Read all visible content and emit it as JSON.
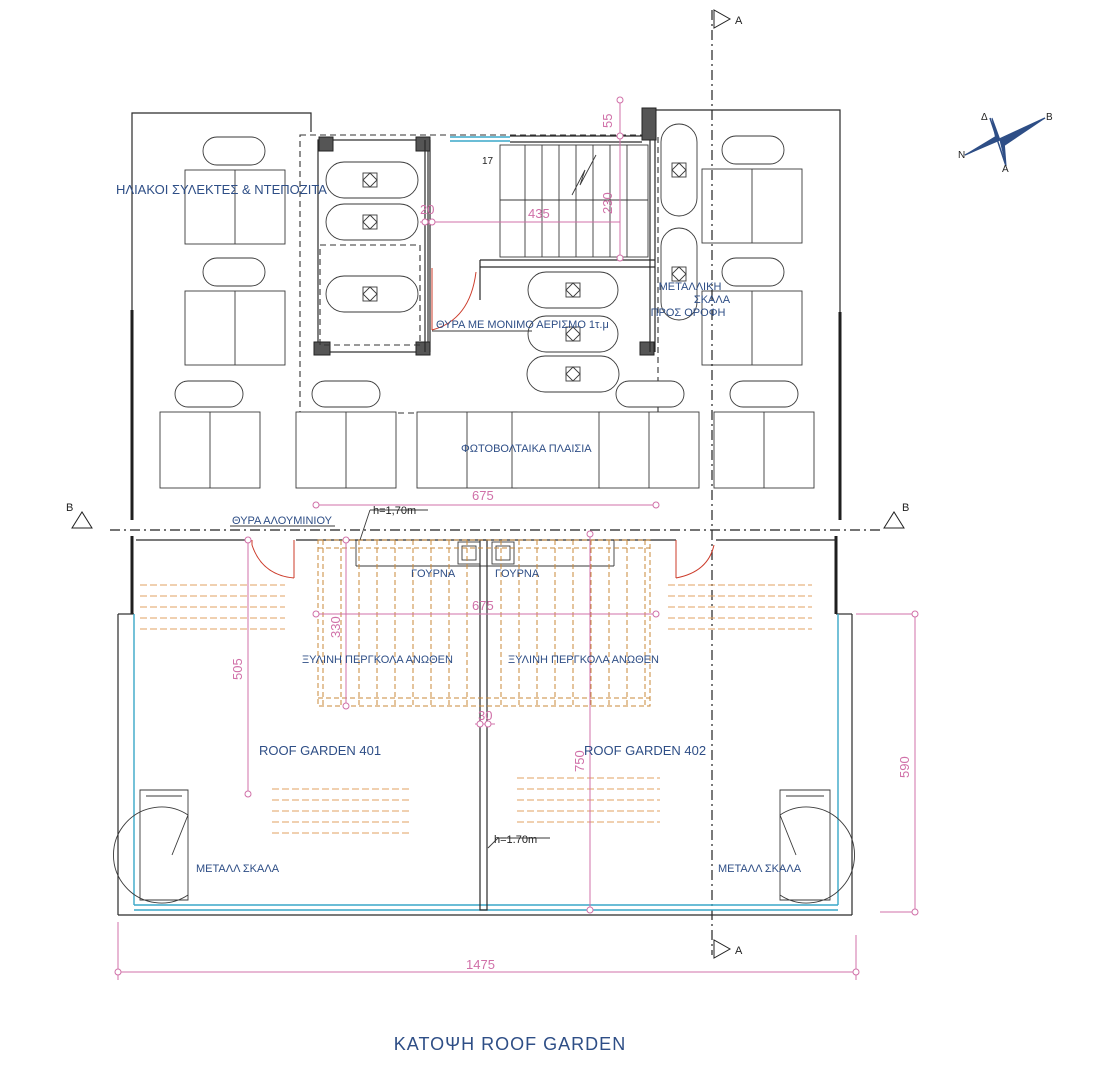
{
  "labels": {
    "solar": "ΗΛΙΑΚΟΙ ΣΥΛΕΚΤΕΣ & ΝΤΕΠΟΖΙΤΑ",
    "door_vent": "ΘΥΡΑ ΜΕ ΜΟΝΙΜΟ ΑΕΡΙΣΜΟ 1τ.μ",
    "metal_ladder_roof": "ΜΕΤΑΛΛΙΚΗ\nΣΚΑΛΑ\nΠΡΟΣ ΟΡΟΦΗ",
    "pv_panels": "ΦΩΤΟΒΟΛΤΑΙΚΑ ΠΛΑΙΣΙΑ",
    "alu_door": "ΘΥΡΑ ΑΛΟΥΜΙΝΙΟΥ",
    "h_top": "h=1,70m",
    "h_mid": "h=1.70m",
    "bbq1": "ΓΟΥΡΝΑ",
    "bbq2": "ΓΟΥΡΝΑ",
    "pergola1": "ΞΥΛΙΝΗ ΠΕΡΓΚΟΛΑ ΑΝΩΘΕΝ",
    "pergola2": "ΞΥΛΙΝΗ ΠΕΡΓΚΟΛΑ ΑΝΩΘΕΝ",
    "garden1": "ROOF GARDEN 401",
    "garden2": "ROOF GARDEN 402",
    "metal_stair1": "ΜΕΤΑΛΛ ΣΚΑΛΑ",
    "metal_stair2": "ΜΕΤΑΛΛ ΣΚΑΛΑ",
    "stair_count": "17",
    "title": "ΚΑΤΟΨΗ ROOF GARDEN"
  },
  "section_markers": {
    "a_top": "A",
    "a_bottom": "A",
    "b_left": "B",
    "b_right": "B"
  },
  "dimensions": {
    "d55": "55",
    "d230": "230",
    "d20": "20",
    "d435": "435",
    "d675_top": "675",
    "d675_mid": "675",
    "d330": "330",
    "d505": "505",
    "d30": "30",
    "d750": "750",
    "d590": "590",
    "d1475": "1475"
  },
  "compass": {
    "n": "N",
    "b": "B",
    "a": "Δ",
    "a2": "A"
  },
  "colors": {
    "line": "#2a2a2a",
    "text": "#2e4e86",
    "dimension": "#d070a8",
    "pergola": "#c98a3a",
    "tiles": "#e0a060",
    "glass": "#3aa7c8"
  }
}
